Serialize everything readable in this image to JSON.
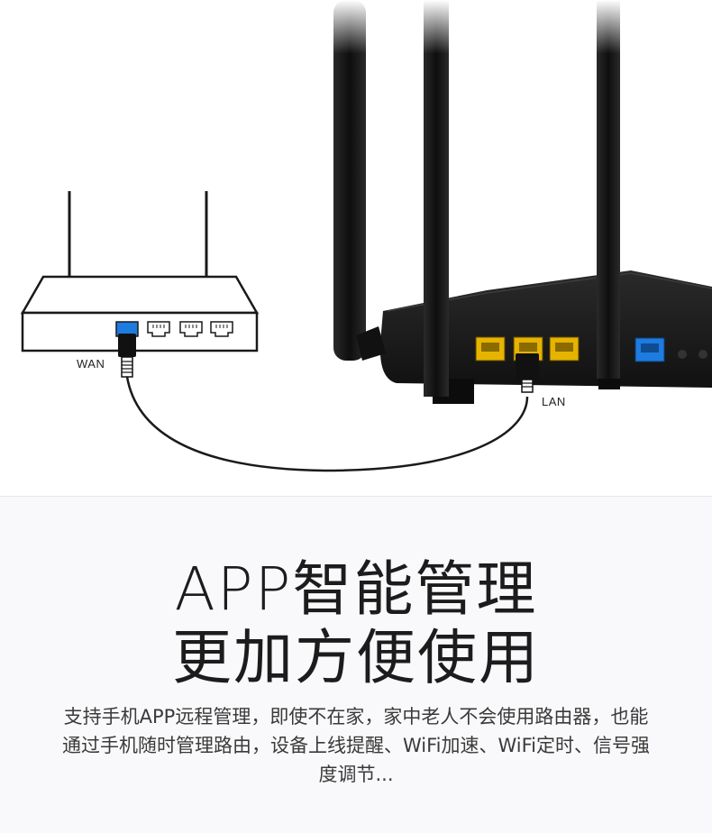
{
  "diagram": {
    "wan_label": "WAN",
    "lan_label": "LAN"
  },
  "headline": {
    "line1": "APP智能管理",
    "line2": "更加方便使用"
  },
  "description": "支持手机APP远程管理，即使不在家，家中老人不会使用路由器，也能通过手机随时管理路由，设备上线提醒、WiFi加速、WiFi定时、信号强度调节...",
  "colors": {
    "wan_port": "#1e7be0",
    "lan_port": "#e6b300",
    "router_body": "#1a1a1a",
    "text": "#1c1c1c"
  }
}
